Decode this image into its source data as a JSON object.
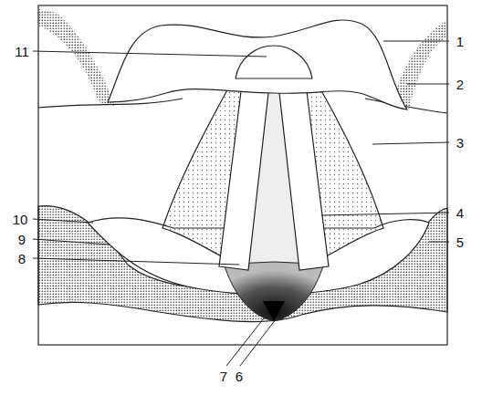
{
  "diagram": {
    "labels": [
      "11",
      "1",
      "2",
      "3",
      "4",
      "10",
      "9",
      "5",
      "8",
      "7",
      "6"
    ]
  }
}
